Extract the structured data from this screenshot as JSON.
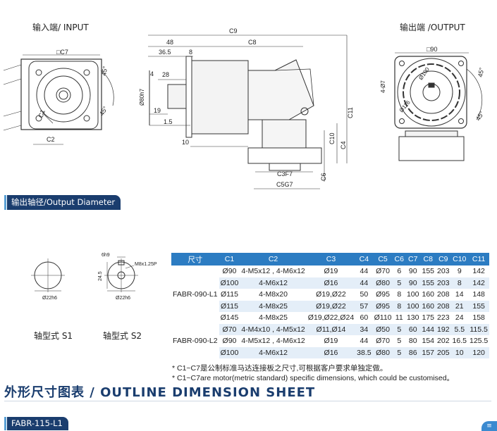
{
  "views": {
    "input_title": "输入端/ INPUT",
    "output_title": "输出端 /OUTPUT",
    "input_labels": {
      "c7": "□C7",
      "c1": "C1",
      "c2": "C2",
      "angle": "45°"
    },
    "side_labels": {
      "c9": "C9",
      "c8": "C8",
      "d48": "48",
      "d36_5": "36.5",
      "d8": "8",
      "d4": "4",
      "d28": "28",
      "d80": "Ø80h7",
      "d19": "19",
      "d1_5": "1.5",
      "d10": "10",
      "c11": "C11",
      "c10": "C10",
      "c4": "C4",
      "c3": "C3F7",
      "c6": "C6",
      "c5": "C5G7"
    },
    "output_labels": {
      "d90": "□90",
      "d100": "Ø100",
      "d116": "Ø116",
      "hole": "4-Ø7",
      "angle_a": "45°",
      "angle_b": "45°"
    }
  },
  "output_diameter_heading": "输出轴径/Output Diameter",
  "shafts": {
    "s1_label": "轴型式 S1",
    "s2_label": "轴型式 S2",
    "s1_dia": "Ø22h6",
    "s2_dia": "Ø22h6",
    "s2_key": "6h9",
    "s2_thread": "M8x1.25P",
    "s2_depth": "24.5"
  },
  "table": {
    "headers": [
      "尺寸",
      "C1",
      "C2",
      "C3",
      "C4",
      "C5",
      "C6",
      "C7",
      "C8",
      "C9",
      "C10",
      "C11"
    ],
    "groups": [
      {
        "model": "FABR-090-L1",
        "rows": [
          [
            "Ø90",
            "4-M5x12 , 4-M6x12",
            "Ø19",
            "44",
            "Ø70",
            "6",
            "90",
            "155",
            "203",
            "9",
            "142"
          ],
          [
            "Ø100",
            "4-M6x12",
            "Ø16",
            "44",
            "Ø80",
            "5",
            "90",
            "155",
            "203",
            "8",
            "142"
          ],
          [
            "Ø115",
            "4-M8x20",
            "Ø19,Ø22",
            "50",
            "Ø95",
            "8",
            "100",
            "160",
            "208",
            "14",
            "148"
          ],
          [
            "Ø115",
            "4-M8x25",
            "Ø19,Ø22",
            "57",
            "Ø95",
            "8",
            "100",
            "160",
            "208",
            "21",
            "155"
          ],
          [
            "Ø145",
            "4-M8x25",
            "Ø19,Ø22,Ø24",
            "60",
            "Ø110",
            "11",
            "130",
            "175",
            "223",
            "24",
            "158"
          ]
        ]
      },
      {
        "model": "FABR-090-L2",
        "rows": [
          [
            "Ø70",
            "4-M4x10 , 4-M5x12",
            "Ø11,Ø14",
            "34",
            "Ø50",
            "5",
            "60",
            "144",
            "192",
            "5.5",
            "115.5"
          ],
          [
            "Ø90",
            "4-M5x12 , 4-M6x12",
            "Ø19",
            "44",
            "Ø70",
            "5",
            "80",
            "154",
            "202",
            "16.5",
            "125.5"
          ],
          [
            "Ø100",
            "4-M6x12",
            "Ø16",
            "38.5",
            "Ø80",
            "5",
            "86",
            "157",
            "205",
            "10",
            "120"
          ]
        ]
      }
    ]
  },
  "notes": [
    "* C1~C7是公制标准马达连接板之尺寸,可根据客户要求单独定做。",
    "* C1~C7are motor(metric standard)  specific dimensions, which could be customised。"
  ],
  "sheet_title": "外形尺寸图表 / OUTLINE DIMENSION SHEET",
  "footer_tab": "FABR-115-L1",
  "corner_mark": "≡",
  "colors": {
    "brand_navy": "#1a3d6e",
    "table_header": "#2c7cc2",
    "table_band": "#e4eef8",
    "accent": "#5aa1d6"
  }
}
